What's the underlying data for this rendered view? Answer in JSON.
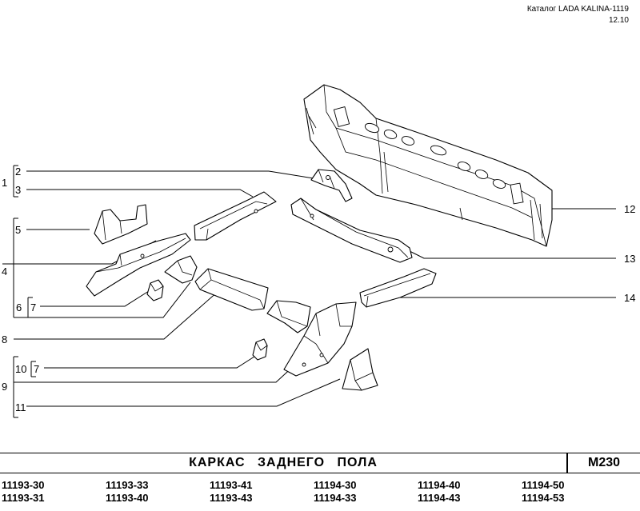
{
  "header": {
    "catalog": "Каталог LADA KALINA-1119",
    "date": "12.10"
  },
  "callouts": [
    "1",
    "2",
    "3",
    "4",
    "5",
    "6",
    "7",
    "8",
    "7",
    "10",
    "9",
    "11",
    "12",
    "13",
    "14"
  ],
  "title": "КАРКАС ЗАДНЕГО ПОЛА",
  "code": "M230",
  "models": [
    [
      "11193-30",
      "11193-31"
    ],
    [
      "11193-33",
      "11193-40"
    ],
    [
      "11193-41",
      "11193-43"
    ],
    [
      "11194-30",
      "11194-33"
    ],
    [
      "11194-40",
      "11194-43"
    ],
    [
      "11194-50",
      "11194-53"
    ]
  ]
}
